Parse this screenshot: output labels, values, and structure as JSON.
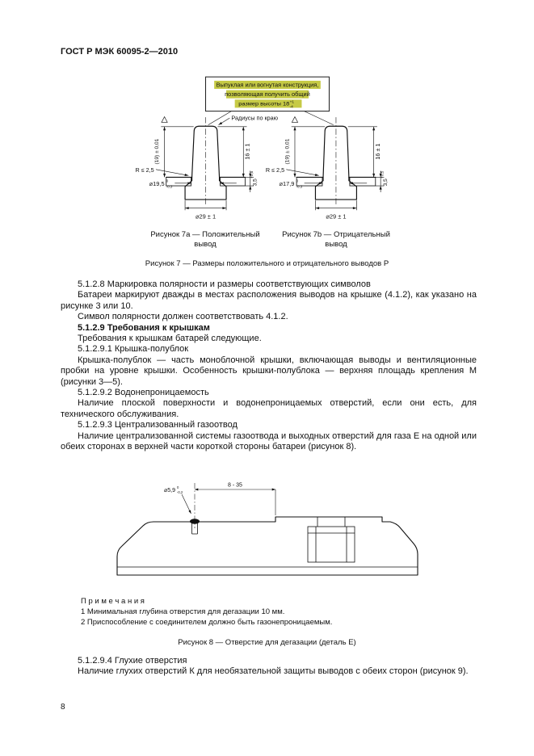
{
  "colors": {
    "highlight": "#c6ca45",
    "ink": "#111111"
  },
  "header": {
    "title": "ГОСТ Р МЭК 60095-2—2010"
  },
  "figure7": {
    "callout_line1": "Выпуклая или вогнутая конструкция,",
    "callout_line2": "позволяющая получить общий",
    "callout_line3": "размер высоты 18",
    "callout_tol_top": "+1",
    "callout_tol_bottom": "-4",
    "radii_label": "Радиусы по краю",
    "positive": {
      "dim_total_height": "(19) ± 0,01",
      "dim_edge_radius": "R ≤ 2,5",
      "dim_post_height": "16 ± 1",
      "dim_lid_thickness": "3,5",
      "dim_lid_thickness_tol": "+0,5",
      "dim_post_diameter": "⌀19,5",
      "dim_post_diameter_tol_top": "0",
      "dim_post_diameter_tol_bottom": "-0,3",
      "dim_base_diameter": "⌀29 ± 1",
      "caption": "Рисунок 7а — Положительный вывод"
    },
    "negative": {
      "dim_total_height": "(19) ± 0,01",
      "dim_edge_radius": "R ≤ 2,5",
      "dim_post_height": "16 ± 1",
      "dim_lid_thickness": "3,5",
      "dim_lid_thickness_tol": "+0,5",
      "dim_post_diameter": "⌀17,9",
      "dim_post_diameter_tol_top": "0",
      "dim_post_diameter_tol_bottom": "-0,3",
      "dim_base_diameter": "⌀29 ± 1",
      "caption": "Рисунок 7b — Отрицательный вывод"
    },
    "caption": "Рисунок 7 — Размеры положительного и отрицательного выводов Р"
  },
  "body": {
    "p0": "5.1.2.8 Маркировка полярности и размеры соответствующих символов",
    "p1": "Батареи маркируют дважды в местах расположения выводов на крышке (4.1.2), как указано на рисунке 3 или 10.",
    "p2": "Символ полярности должен соответствовать 4.1.2.",
    "p3": "5.1.2.9 Требования к крышкам",
    "p4": "Требования к крышкам батарей следующие.",
    "p5": "5.1.2.9.1 Крышка-полублок",
    "p6": "Крышка-полублок — часть моноблочной крышки, включающая выводы и вентиляционные пробки на уровне крышки. Особенность крышки-полублока — верхняя площадь крепления М (рисунки 3—5).",
    "p7": "5.1.2.9.2 Водонепроницаемость",
    "p8": "Наличие плоской поверхности и водонепроницаемых отверстий, если они есть, для технического обслуживания.",
    "p9": "5.1.2.9.3 Централизованный газоотвод",
    "p10": "Наличие централизованной системы газоотвода и выходных отверстий для газа Е на одной или обеих сторонах в верхней части короткой стороны батареи (рисунок 8).",
    "p11": "5.1.2.9.4 Глухие отверстия",
    "p12": "Наличие глухих отверстий К для необязательной защиты выводов с обеих сторон (рисунок 9)."
  },
  "figure8": {
    "dim_span": "8 - 35",
    "dim_hole_diameter": "⌀5,9",
    "dim_hole_tol_top": "0",
    "dim_hole_tol_bottom": "-0,2",
    "caption": "Рисунок 8 — Отверстие для дегазации (деталь Е)"
  },
  "notes": {
    "title": "П р и м е ч а н и я",
    "item1": "1 Минимальная глубина отверстия для дегазации 10 мм.",
    "item2": "2 Приспособление с соединителем должно быть газонепроницаемым."
  },
  "footer": {
    "page_number": "8"
  }
}
